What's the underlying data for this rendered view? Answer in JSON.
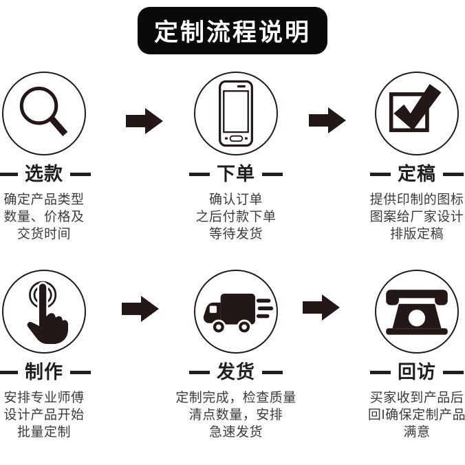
{
  "title": "定制流程说明",
  "steps": [
    {
      "label": "选款",
      "icon": "magnifier-icon",
      "desc": "确定产品类型\n数量、价格及\n交货时间"
    },
    {
      "label": "下单",
      "icon": "phone-icon",
      "desc": "确认订单\n之后付款下单\n等待发货"
    },
    {
      "label": "定稿",
      "icon": "checkbox-icon",
      "desc": "提供印制的图标\n图案给厂家设计\n排版定稿"
    },
    {
      "label": "制作",
      "icon": "hand-tap-icon",
      "desc": "安排专业师傅\n设计产品开始\n批量定制"
    },
    {
      "label": "发货",
      "icon": "truck-icon",
      "desc": "定制完成，检查质量\n清点数量，安排\n急速发货"
    },
    {
      "label": "回访",
      "icon": "telephone-icon",
      "desc": "买家收到产品后\n回I确保定制产品\n满意"
    }
  ],
  "colors": {
    "ink": "#231815",
    "desc_text": "#3e3a39",
    "label_text": "#1e1e1e",
    "title_bg": "#0a0a0a",
    "title_text": "#ffffff",
    "background": "#ffffff"
  }
}
